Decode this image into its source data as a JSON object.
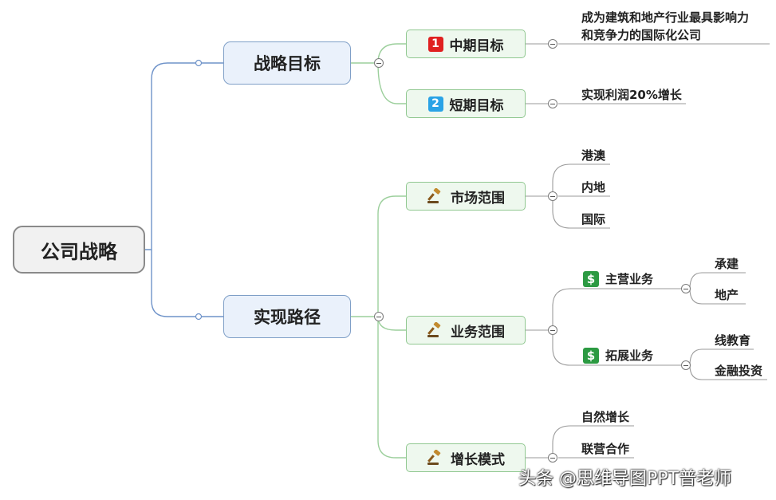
{
  "root": {
    "label": "公司战略"
  },
  "branches": [
    {
      "label": "战略目标",
      "children": [
        {
          "badge": "1",
          "label": "中期目标",
          "leaves": [
            "成为建筑和地产行业最具影响力",
            "和竞争力的国际化公司"
          ]
        },
        {
          "badge": "2",
          "label": "短期目标",
          "leaves": [
            "实现利润20%增长"
          ]
        }
      ]
    },
    {
      "label": "实现路径",
      "children": [
        {
          "icon": "gavel-icon",
          "label": "市场范围",
          "leaves": [
            "港澳",
            "内地",
            "国际"
          ]
        },
        {
          "icon": "gavel-icon",
          "label": "业务范围",
          "subgroups": [
            {
              "badge": "$",
              "label": "主营业务",
              "leaves": [
                "承建",
                "地产"
              ]
            },
            {
              "badge": "$",
              "label": "拓展业务",
              "leaves": [
                "线教育",
                "金融投资"
              ]
            }
          ]
        },
        {
          "icon": "gavel-icon",
          "label": "增长模式",
          "leaves": [
            "自然增长",
            "联营合作"
          ]
        }
      ]
    }
  ],
  "watermark": "头条 @思维导图PPT普老师",
  "colors": {
    "root_border": "#8a8a8a",
    "l1_fill": "#eaf1fb",
    "l1_border": "#7f9fc7",
    "l1_line": "#6f93c9",
    "l2_fill": "#eef8ee",
    "l2_border": "#91c891",
    "l2_line": "#9ccf9c",
    "leaf_line": "#9a9a9a",
    "badge_red": "#e02020",
    "badge_blue": "#2aa3e6",
    "badge_green": "#2c9a42"
  }
}
